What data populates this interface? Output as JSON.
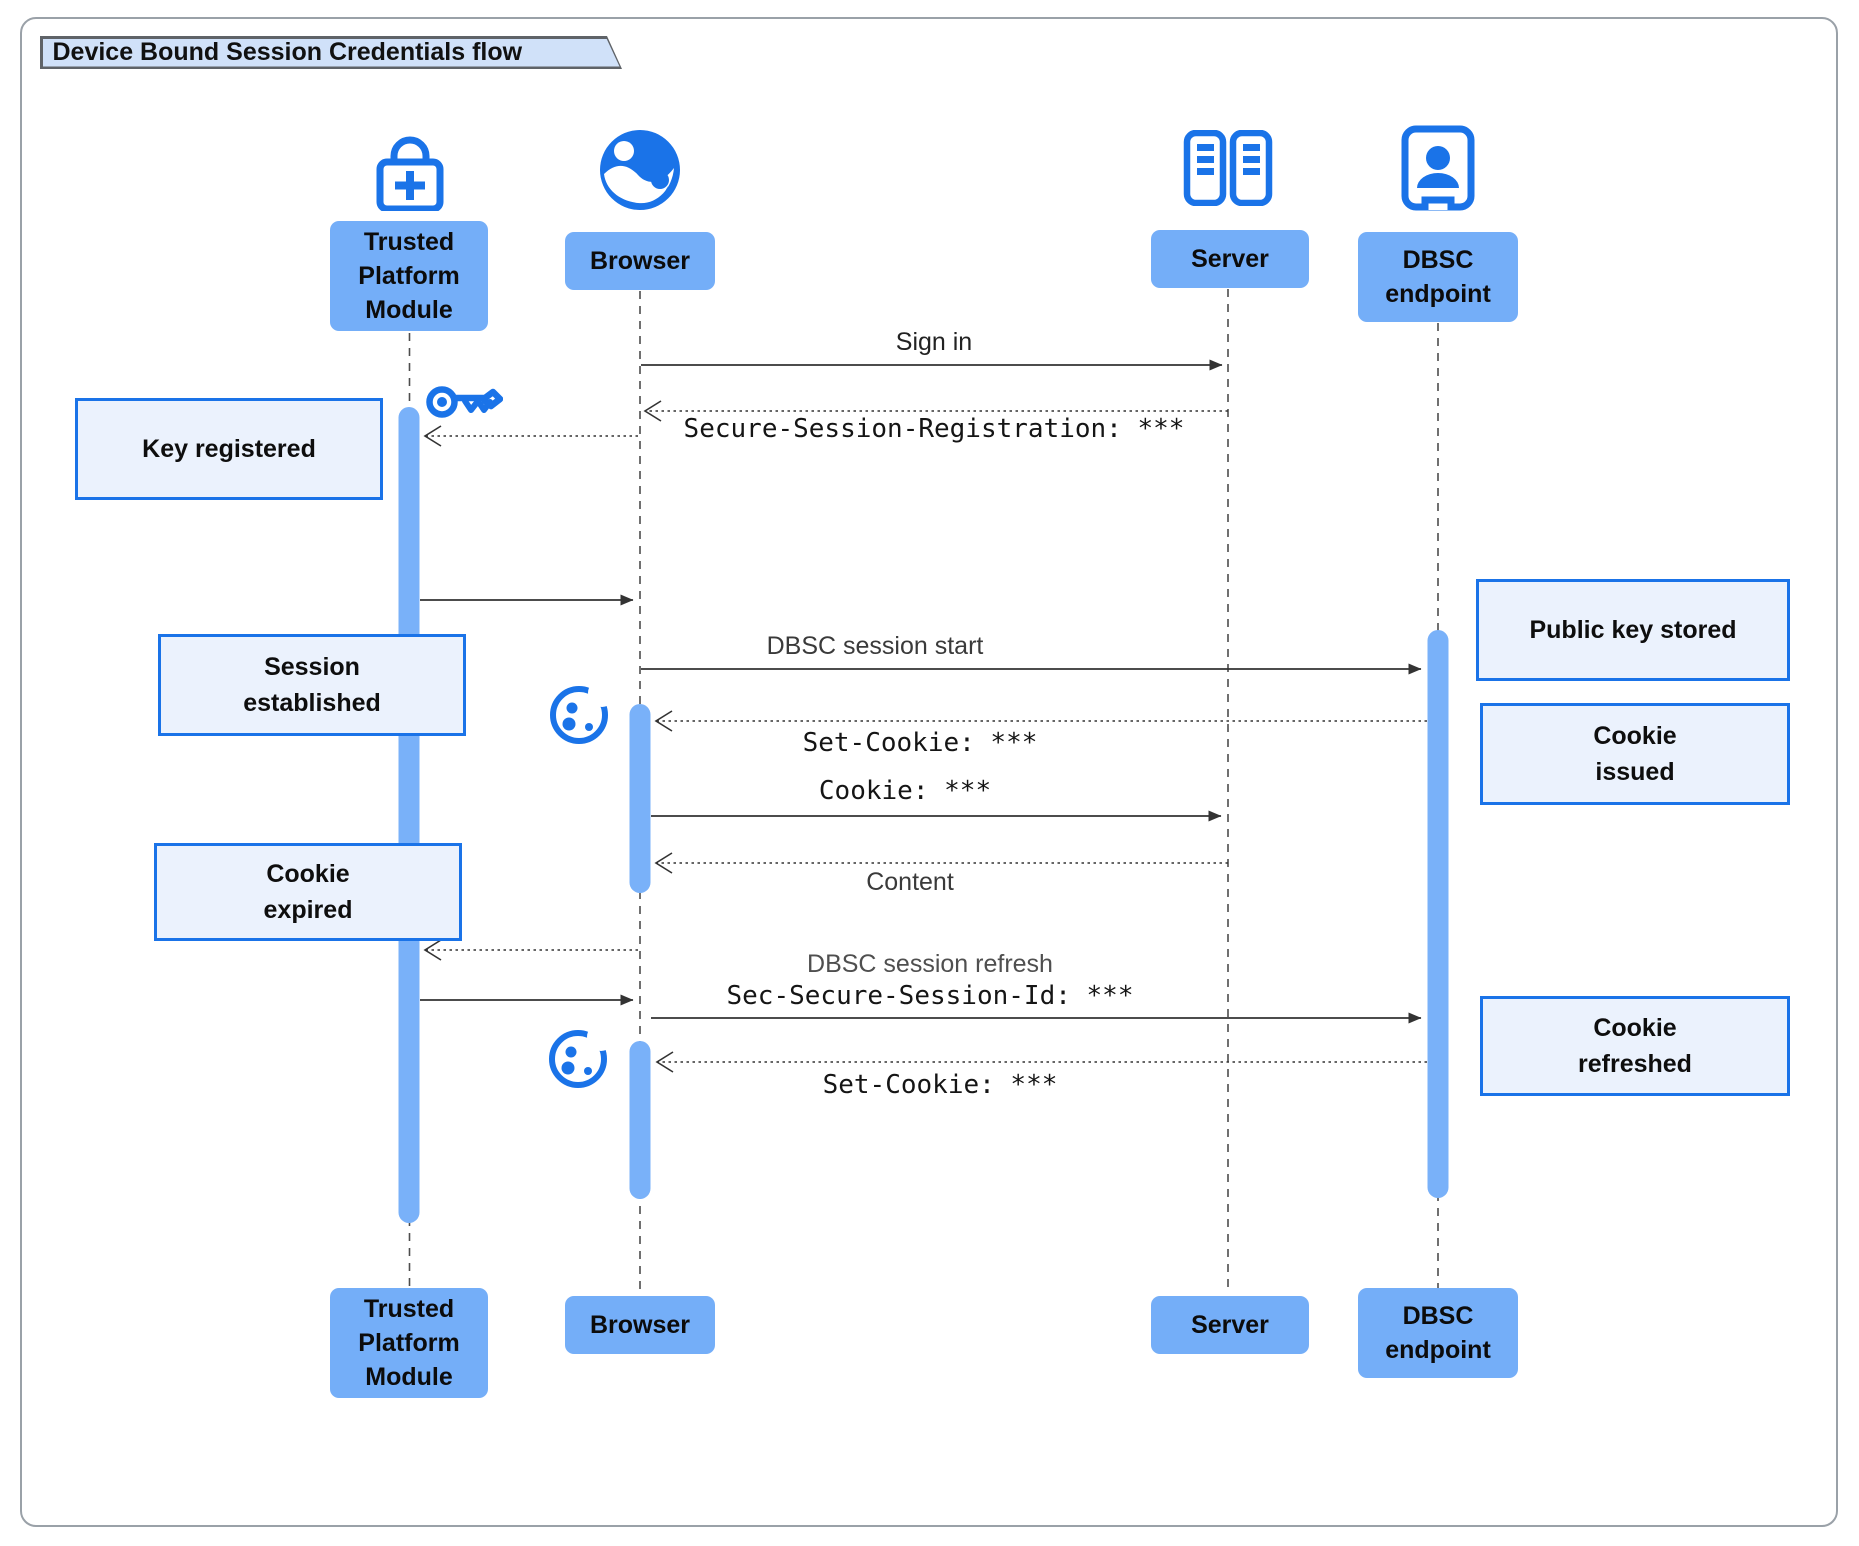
{
  "title": "Device Bound Session Credentials flow",
  "actors": [
    {
      "name": "Trusted Platform Module",
      "lines": [
        "Trusted",
        "Platform",
        "Module"
      ],
      "icon": "lock-plus-icon"
    },
    {
      "name": "Browser",
      "lines": [
        "Browser"
      ],
      "icon": "globe-icon"
    },
    {
      "name": "Server",
      "lines": [
        "Server"
      ],
      "icon": "server-racks-icon"
    },
    {
      "name": "DBSC endpoint",
      "lines": [
        "DBSC",
        "endpoint"
      ],
      "icon": "badge-person-icon"
    }
  ],
  "messages": [
    {
      "id": "sign-in",
      "from": "Browser",
      "to": "Server",
      "label": "Sign in",
      "style": "solid"
    },
    {
      "id": "secure-session-registration",
      "from": "Server",
      "to": "Browser",
      "label": "Secure-Session-Registration: ***",
      "style": "dotted-return"
    },
    {
      "id": "key-registration-request",
      "from": "Browser",
      "to": "Trusted Platform Module",
      "label": "",
      "style": "dotted-return"
    },
    {
      "id": "key-registration-done",
      "from": "Trusted Platform Module",
      "to": "Browser",
      "label": "",
      "style": "solid"
    },
    {
      "id": "dbsc-session-start",
      "from": "Browser",
      "to": "DBSC endpoint",
      "label": "DBSC session start",
      "style": "solid"
    },
    {
      "id": "set-cookie-issue",
      "from": "DBSC endpoint",
      "to": "Browser",
      "label": "Set-Cookie: ***",
      "style": "dotted-return"
    },
    {
      "id": "cookie-request",
      "from": "Browser",
      "to": "Server",
      "label": "Cookie: ***",
      "style": "solid"
    },
    {
      "id": "content-response",
      "from": "Server",
      "to": "Browser",
      "label": "Content",
      "style": "dotted-return"
    },
    {
      "id": "cookie-expired-notice",
      "from": "Browser",
      "to": "Trusted Platform Module",
      "label": "",
      "style": "dotted-return"
    },
    {
      "id": "proof-signed",
      "from": "Trusted Platform Module",
      "to": "Browser",
      "label": "",
      "style": "solid"
    },
    {
      "id": "dbsc-session-refresh",
      "from": "Browser",
      "to": "DBSC endpoint",
      "label": "DBSC session refresh",
      "label2": "Sec-Secure-Session-Id: ***",
      "style": "solid"
    },
    {
      "id": "set-cookie-refresh",
      "from": "DBSC endpoint",
      "to": "Browser",
      "label": "Set-Cookie: ***",
      "style": "dotted-return"
    }
  ],
  "notes": [
    {
      "id": "key-registered",
      "lines": [
        "Key registered"
      ]
    },
    {
      "id": "session-established",
      "lines": [
        "Session",
        "established"
      ]
    },
    {
      "id": "cookie-expired",
      "lines": [
        "Cookie",
        "expired"
      ]
    },
    {
      "id": "public-key-stored",
      "lines": [
        "Public key stored"
      ]
    },
    {
      "id": "cookie-issued",
      "lines": [
        "Cookie",
        "issued"
      ]
    },
    {
      "id": "cookie-refreshed",
      "lines": [
        "Cookie",
        "refreshed"
      ]
    }
  ],
  "icons": [
    "lock-plus-icon",
    "globe-icon",
    "server-racks-icon",
    "badge-person-icon",
    "key-icon",
    "cookie-icon"
  ],
  "colors": {
    "accent": "#1a73e8",
    "actor_fill": "#74aef8",
    "note_fill": "#ebf2fd",
    "note_border": "#1a73e8",
    "activation_fill": "#79b1f9",
    "title_fill": "#d0e1f9",
    "title_border": "#5f6368",
    "line": "#333333",
    "frame_border": "#9aa1a8"
  }
}
